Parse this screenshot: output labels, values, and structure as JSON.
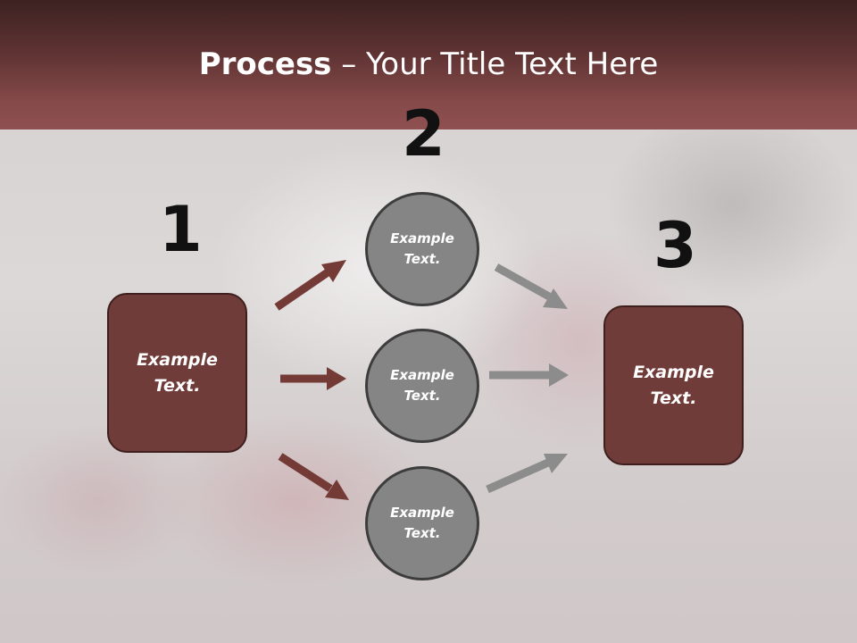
{
  "slide": {
    "title_bold": "Process",
    "title_rest": " – Your Title Text Here"
  },
  "steps": [
    {
      "number": "1",
      "label": "Example Text."
    },
    {
      "number": "2",
      "labels": [
        "Example Text.",
        "Example Text.",
        "Example Text."
      ]
    },
    {
      "number": "3",
      "label": "Example Text."
    }
  ],
  "colors": {
    "header": "#7a4343",
    "box_fill": "#703c39",
    "circle_fill": "#858585",
    "arrow_red": "#743a36",
    "arrow_gray": "#8c8c8c"
  }
}
